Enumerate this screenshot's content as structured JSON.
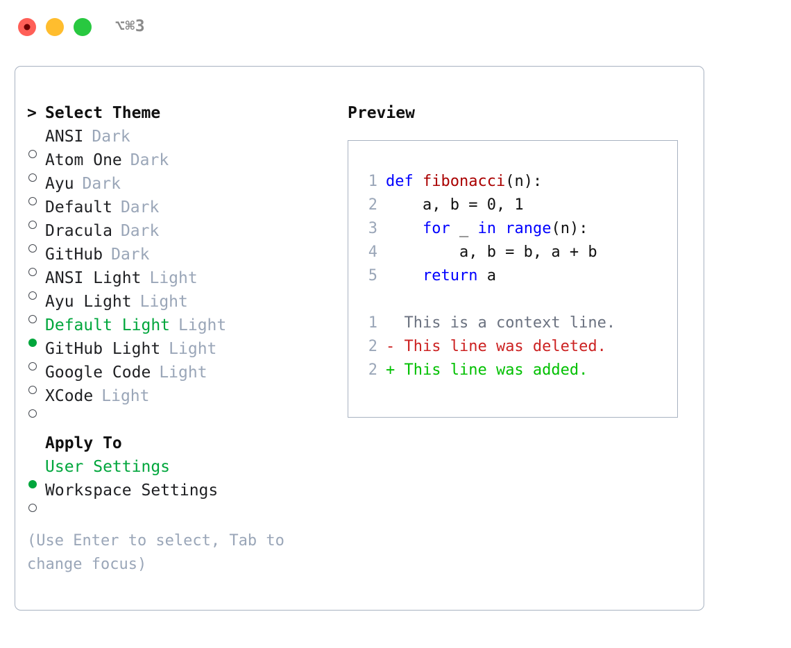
{
  "window": {
    "title": "⌥⌘3",
    "traffic_lights": [
      {
        "name": "close",
        "color": "#ff5f57"
      },
      {
        "name": "minimize",
        "color": "#ffbd2e"
      },
      {
        "name": "maximize",
        "color": "#28c840"
      }
    ]
  },
  "colors": {
    "accent_green": "#00a63c",
    "tag_muted": "#9aa6b8",
    "border": "#a8b2c1",
    "keyword_blue": "#0000ff",
    "function_red": "#aa0000",
    "diff_deleted": "#cc2222",
    "diff_added": "#00c000",
    "diff_context": "#6b7280"
  },
  "theme_selector": {
    "caret": ">",
    "heading": "Select Theme",
    "marker_selected": "●",
    "marker_unselected": "○",
    "items": [
      {
        "label": "ANSI",
        "tag": "Dark",
        "selected": false
      },
      {
        "label": "Atom One",
        "tag": "Dark",
        "selected": false
      },
      {
        "label": "Ayu",
        "tag": "Dark",
        "selected": false
      },
      {
        "label": "Default",
        "tag": "Dark",
        "selected": false
      },
      {
        "label": "Dracula",
        "tag": "Dark",
        "selected": false
      },
      {
        "label": "GitHub",
        "tag": "Dark",
        "selected": false
      },
      {
        "label": "ANSI Light",
        "tag": "Light",
        "selected": false
      },
      {
        "label": "Ayu Light",
        "tag": "Light",
        "selected": false
      },
      {
        "label": "Default Light",
        "tag": "Light",
        "selected": true
      },
      {
        "label": "GitHub Light",
        "tag": "Light",
        "selected": false
      },
      {
        "label": "Google Code",
        "tag": "Light",
        "selected": false
      },
      {
        "label": "XCode",
        "tag": "Light",
        "selected": false
      }
    ]
  },
  "apply_to": {
    "heading": "Apply To",
    "items": [
      {
        "label": "User Settings",
        "selected": true
      },
      {
        "label": "Workspace Settings",
        "selected": false
      }
    ]
  },
  "hint": "(Use Enter to select, Tab to change focus)",
  "preview": {
    "title": "Preview",
    "code_lines": [
      {
        "num": "1",
        "tokens": [
          {
            "t": "def ",
            "cls": "kw"
          },
          {
            "t": "fibonacci",
            "cls": "fn"
          },
          {
            "t": "(n):",
            "cls": "plain"
          }
        ]
      },
      {
        "num": "2",
        "tokens": [
          {
            "t": "    a, b = 0, 1",
            "cls": "plain"
          }
        ]
      },
      {
        "num": "3",
        "tokens": [
          {
            "t": "    ",
            "cls": "plain"
          },
          {
            "t": "for",
            "cls": "kw"
          },
          {
            "t": " _ ",
            "cls": "plain"
          },
          {
            "t": "in",
            "cls": "kw"
          },
          {
            "t": " ",
            "cls": "plain"
          },
          {
            "t": "range",
            "cls": "kw"
          },
          {
            "t": "(n):",
            "cls": "plain"
          }
        ]
      },
      {
        "num": "4",
        "tokens": [
          {
            "t": "        a, b = b, a + b",
            "cls": "plain"
          }
        ]
      },
      {
        "num": "5",
        "tokens": [
          {
            "t": "    ",
            "cls": "plain"
          },
          {
            "t": "return",
            "cls": "kw"
          },
          {
            "t": " a",
            "cls": "plain"
          }
        ]
      }
    ],
    "diff_lines": [
      {
        "num": "1",
        "sign": " ",
        "text": " This is a context line.",
        "kind": "ctx"
      },
      {
        "num": "2",
        "sign": "-",
        "text": " This line was deleted.",
        "kind": "del"
      },
      {
        "num": "2",
        "sign": "+",
        "text": " This line was added.",
        "kind": "add"
      }
    ]
  }
}
